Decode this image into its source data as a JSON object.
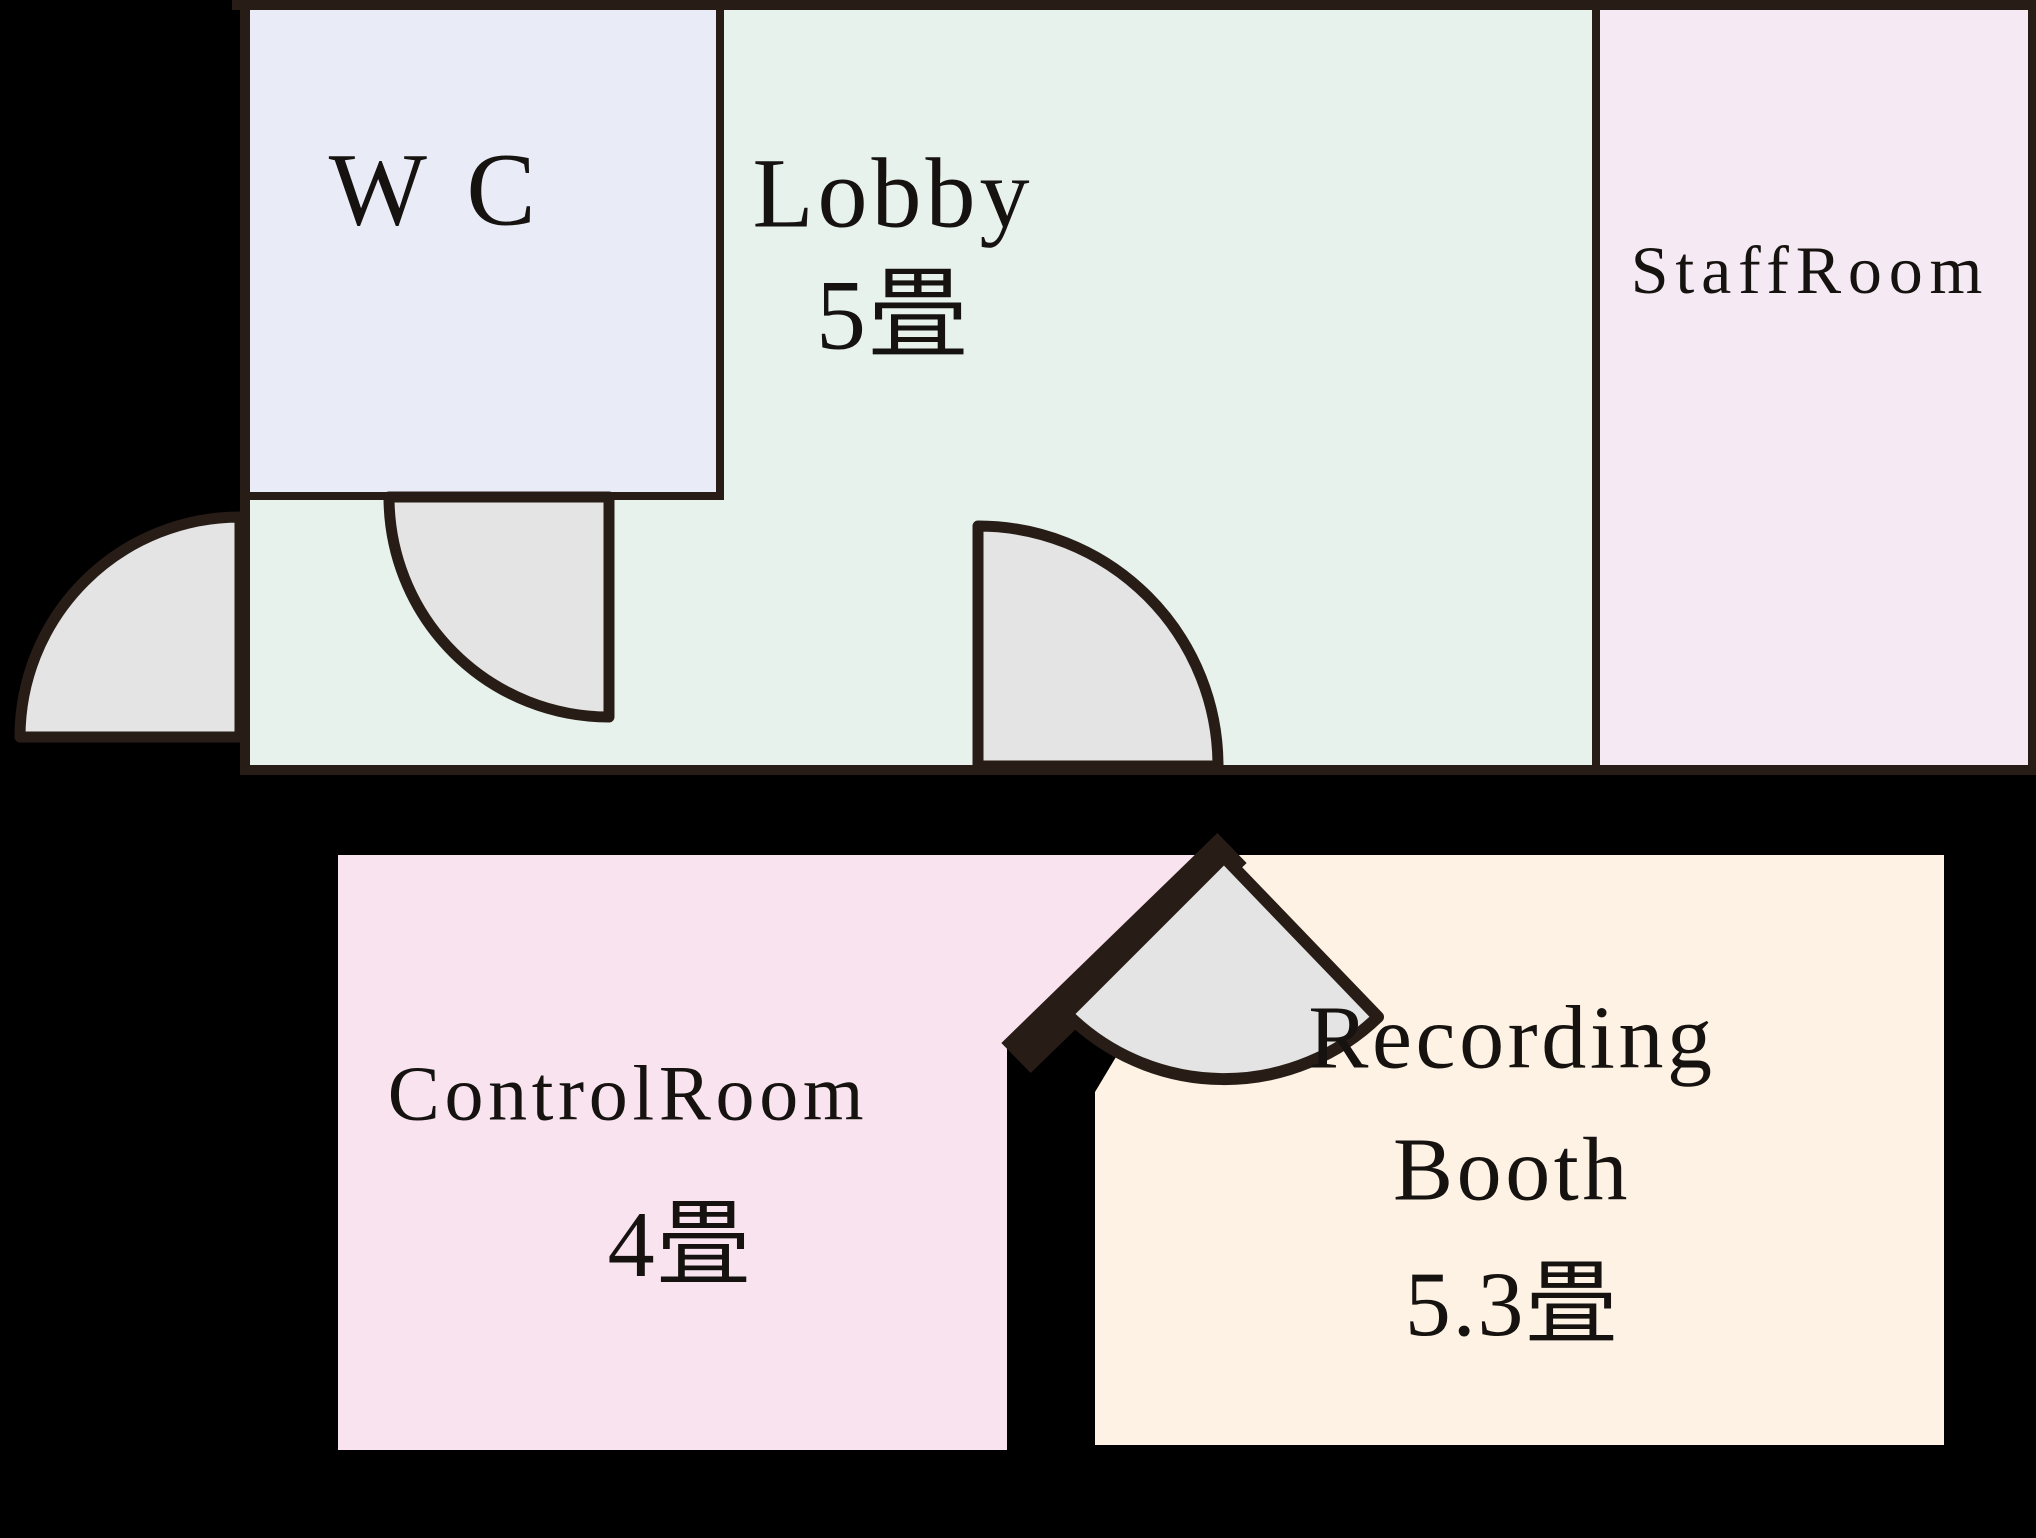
{
  "colors": {
    "background": "#000000",
    "wall": "#281c17",
    "door_leaf": "#e3e4e3",
    "text": "#151210",
    "wc_floor": "#e9ecf7",
    "lobby_floor": "#e8f2ec",
    "staff_room_floor": "#f5eaf3",
    "control_room_floor": "#f9e3ef",
    "recording_booth_floor": "#fdf2e3"
  },
  "rooms": {
    "wc": {
      "name": "WC"
    },
    "lobby": {
      "name": "Lobby",
      "area": "5畳"
    },
    "staff_room": {
      "name": "StaffRoom"
    },
    "control_room": {
      "name": "ControlRoom",
      "area": "4畳"
    },
    "recording_booth": {
      "name_line1": "Recording",
      "name_line2": "Booth",
      "area": "5.3畳"
    }
  }
}
